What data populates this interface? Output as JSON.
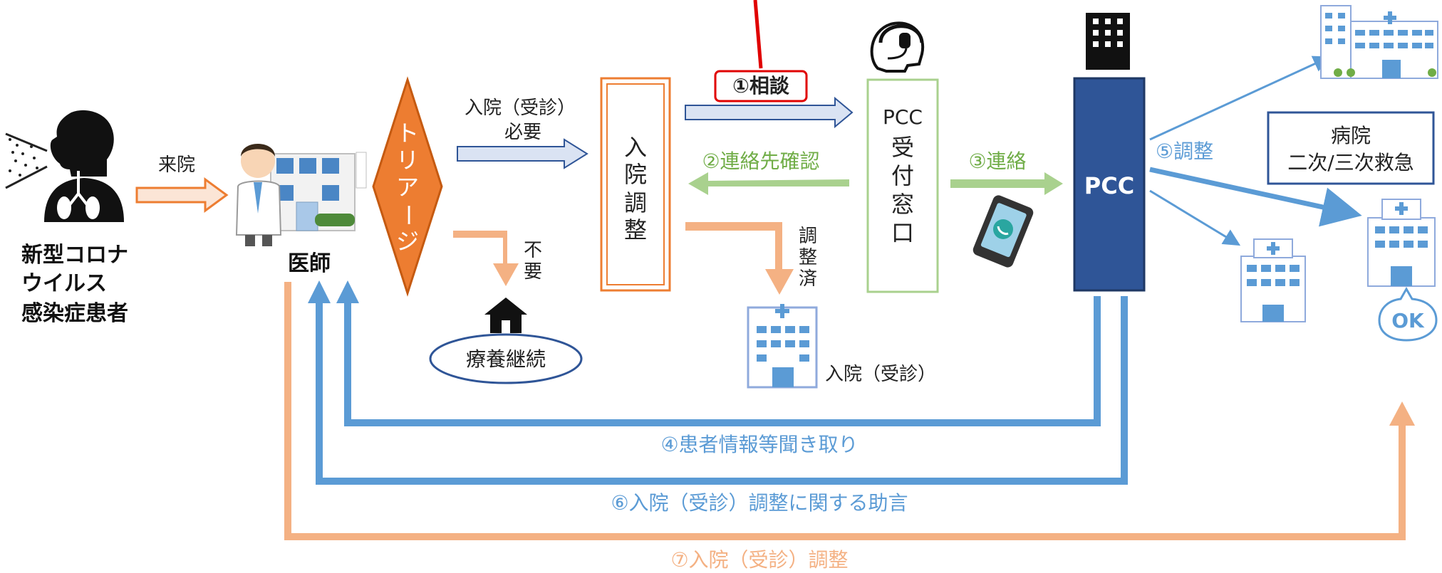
{
  "patient": {
    "line1": "新型コロナ",
    "line2": "ウイルス",
    "line3": "感染症患者"
  },
  "visit_label": "来院",
  "doctor_label": "医師",
  "triage": {
    "chars": [
      "ト",
      "リ",
      "ア",
      "ー",
      "ジ"
    ]
  },
  "admission_needed": {
    "line1": "入院（受診）",
    "line2": "必要"
  },
  "not_needed": {
    "chars": [
      "不",
      "要"
    ]
  },
  "home_care": "療養継続",
  "coordination": {
    "chars": [
      "入",
      "院",
      "調",
      "整"
    ]
  },
  "adjusted": {
    "chars": [
      "調",
      "整",
      "済"
    ]
  },
  "hospitalization": "入院（受診）",
  "consult": "①相談",
  "confirm_contact": "②連絡先確認",
  "reception": {
    "line1": "PCC",
    "chars": [
      "受",
      "付",
      "窓",
      "口"
    ]
  },
  "contact": "③連絡",
  "pcc_label": "PCC",
  "adjust5": "⑤調整",
  "hospital_box": {
    "line1": "病院",
    "line2": "二次/三次救急"
  },
  "ok_label": "OK",
  "step4": "④患者情報等聞き取り",
  "step6": "⑥入院（受診）調整に関する助言",
  "step7": "⑦入院（受診）調整",
  "colors": {
    "orange": "#F0A070",
    "orange_dark": "#C55A11",
    "triage_fill": "#ED7D31",
    "blue": "#5B9BD5",
    "navy": "#2F5597",
    "green": "#A9D18E",
    "green_text": "#70AD47",
    "red": "#E00000",
    "light_blue": "#DAE3F3"
  }
}
